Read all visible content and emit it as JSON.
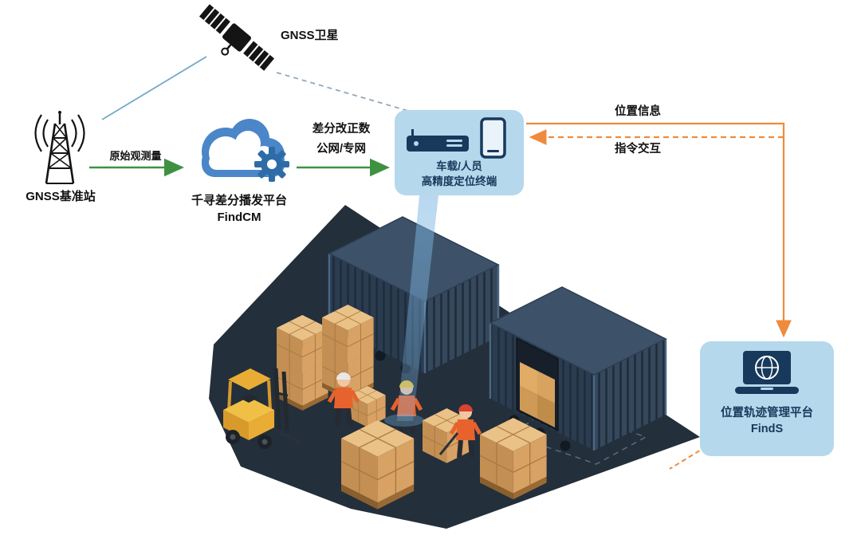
{
  "nodes": {
    "satellite": {
      "label": "GNSS卫星",
      "icon": "satellite-icon"
    },
    "base_station": {
      "label": "GNSS基准站",
      "icon": "radio-tower-icon"
    },
    "cloud_platform": {
      "name": "千寻差分播发平台",
      "product": "FindCM",
      "icon": "cloud-gear-icon"
    },
    "terminal": {
      "line1": "车载/人员",
      "line2": "高精度定位终端",
      "icons": [
        "gnss-receiver-icon",
        "smartphone-icon"
      ]
    },
    "management_platform": {
      "name": "位置轨迹管理平台",
      "product": "FindS",
      "icon": "laptop-globe-icon"
    }
  },
  "edges": {
    "satellite_to_station": {
      "style": "solid",
      "color": "#74a9c9"
    },
    "satellite_to_terminal": {
      "style": "dashed",
      "color": "#93a7ba"
    },
    "raw_observation": {
      "label": "原始观测量",
      "color": "#3f9142"
    },
    "corrections": {
      "label_line1": "差分改正数",
      "label_line2": "公网/专网",
      "color": "#3f9142"
    },
    "position_info": {
      "label": "位置信息",
      "color": "#ef8b3c"
    },
    "command_interaction": {
      "label": "指令交互",
      "color": "#ef8b3c"
    },
    "platform_to_yard": {
      "style": "dashed",
      "color": "#ef8b3c"
    }
  },
  "colors": {
    "bubble_fill": "#b5d8ec",
    "bubble_text": "#17395c",
    "cloud_blue": "#4a86c8",
    "gear_blue": "#2e6ca8",
    "green_arrow": "#3f9142",
    "orange_arrow": "#ef8b3c",
    "floor": "#232f3b",
    "container": "#2b3c50",
    "carton": "#d8a76a",
    "forklift_yellow": "#e9ad35",
    "beam_blue": "#7db7e3"
  }
}
